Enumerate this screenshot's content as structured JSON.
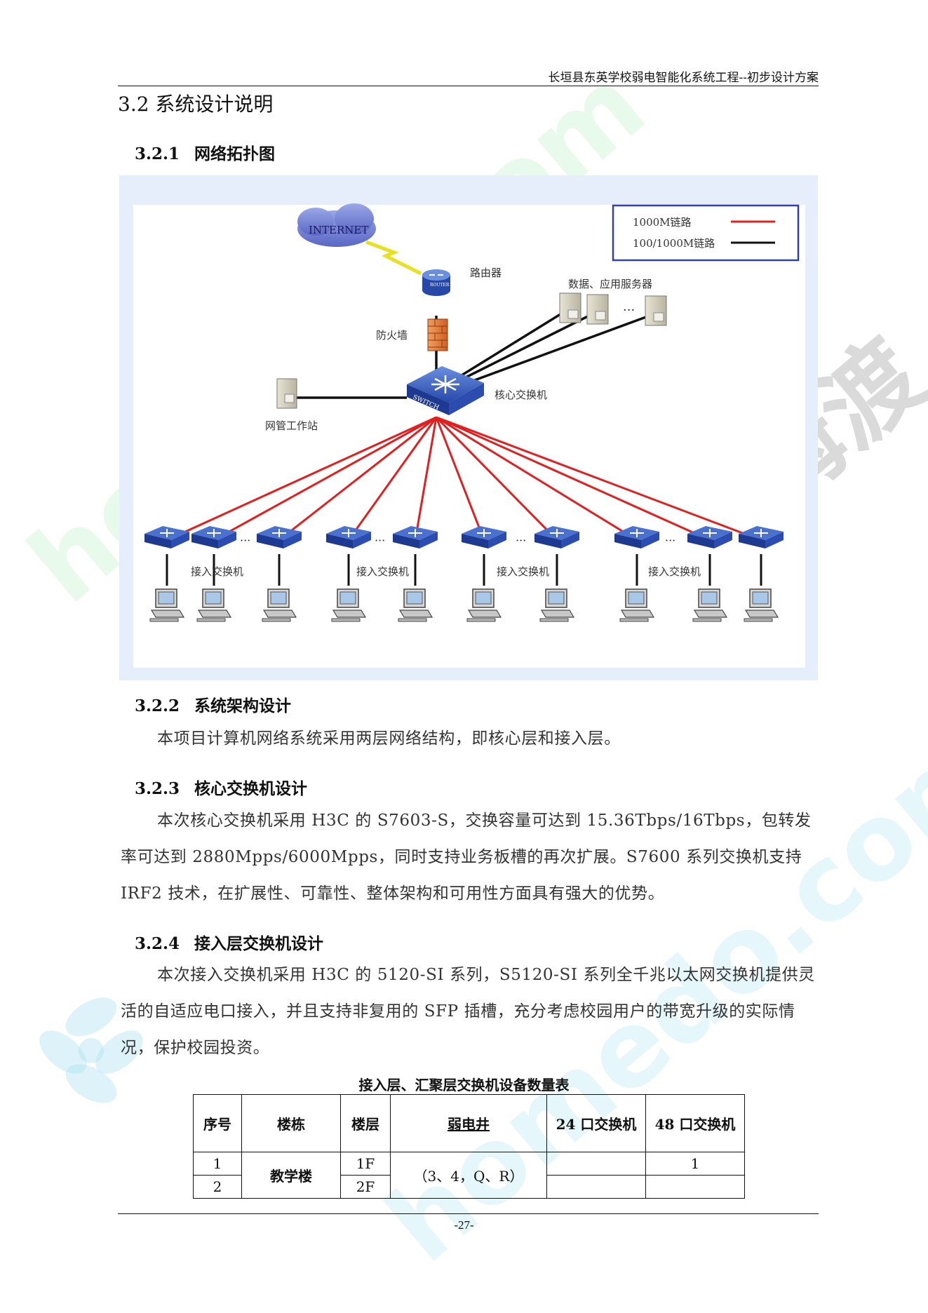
{
  "header": {
    "running_title": "长垣县东英学校弱电智能化系统工程--初步设计方案"
  },
  "section": {
    "title": "3.2 系统设计说明"
  },
  "topology": {
    "heading_num": "3.2.1",
    "heading_text": "网络拓扑图",
    "legend": [
      {
        "label": "1000M链路",
        "color": "#e02020"
      },
      {
        "label": "100/1000M链路",
        "color": "#111111"
      }
    ],
    "labels": {
      "internet": "INTERNET",
      "router": "路由器",
      "router_badge": "ROUTER",
      "servers": "数据、应用服务器",
      "firewall": "防火墙",
      "core_switch": "核心交换机",
      "switch_badge": "SWITCH",
      "nms": "网管工作站",
      "ellipsis": "···",
      "access_groups": [
        "接入交换机",
        "接入交换机",
        "接入交换机",
        "接入交换机"
      ]
    }
  },
  "architecture": {
    "heading_num": "3.2.2",
    "heading_text": "系统架构设计",
    "body": "本项目计算机网络系统采用两层网络结构，即核心层和接入层。"
  },
  "core": {
    "heading_num": "3.2.3",
    "heading_text": "核心交换机设计",
    "body": "本次核心交换机采用 H3C 的 S7603-S，交换容量可达到 15.36Tbps/16Tbps，包转发率可达到 2880Mpps/6000Mpps，同时支持业务板槽的再次扩展。S7600 系列交换机支持 IRF2 技术，在扩展性、可靠性、整体架构和可用性方面具有强大的优势。"
  },
  "access": {
    "heading_num": "3.2.4",
    "heading_text": "接入层交换机设计",
    "body": "本次接入交换机采用 H3C 的 5120-SI 系列，S5120-SI 系列全千兆以太网交换机提供灵活的自适应电口接入，并且支持非复用的 SFP 插槽，充分考虑校园用户的带宽升级的实际情况，保护校园投资。"
  },
  "table": {
    "caption": "接入层、汇聚层交换机设备数量表",
    "headers": [
      "序号",
      "楼栋",
      "楼层",
      "弱电井",
      "24 口交换机",
      "48 口交换机"
    ],
    "building": "教学楼",
    "shaft": "（3、4，Q、R）",
    "rows": [
      {
        "no": "1",
        "floor": "1F",
        "p24": "",
        "p48": "1"
      },
      {
        "no": "2",
        "floor": "2F",
        "p24": "",
        "p48": ""
      }
    ]
  },
  "watermarks": {
    "site": "homedo.com",
    "brand": "河姆渡"
  },
  "footer": {
    "page": "-27-"
  }
}
